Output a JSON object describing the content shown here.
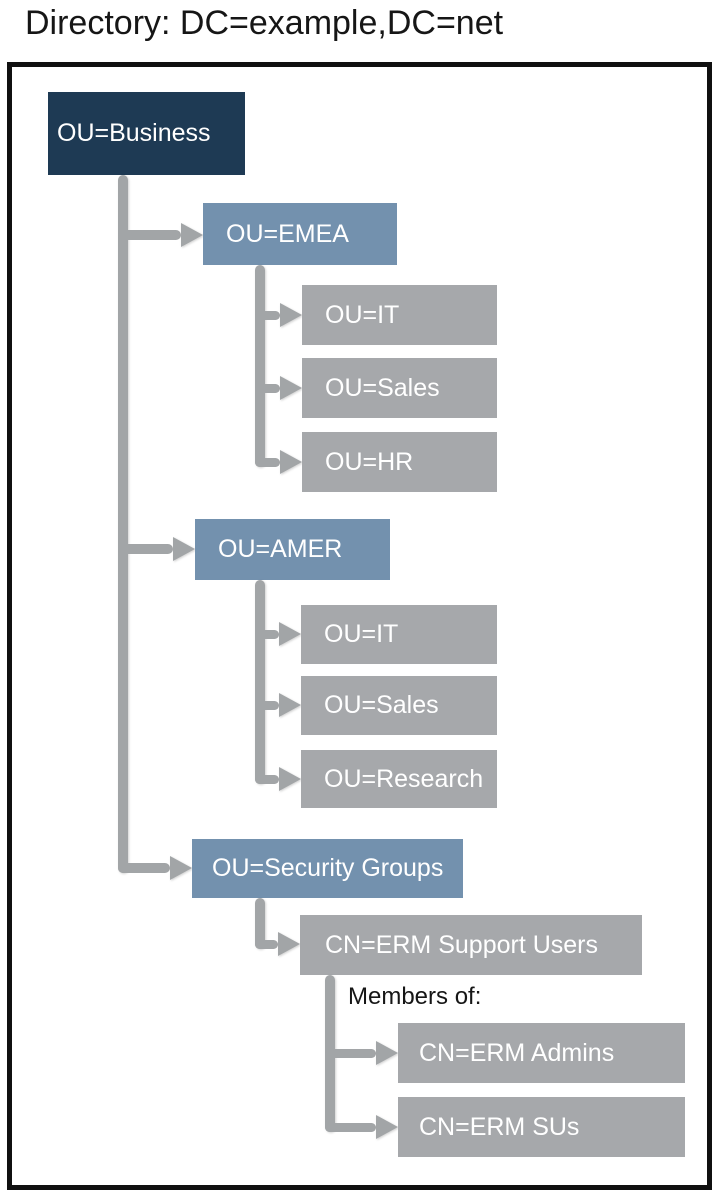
{
  "title": "Directory: DC=example,DC=net",
  "colors": {
    "root_box": "#1e3a54",
    "ou_box": "#7391ae",
    "leaf_box": "#a6a8ab",
    "connector": "#a2a5a7",
    "box_text": "#ffffff",
    "label_text": "#161616",
    "frame_border": "#101010",
    "page_bg": "#ffffff"
  },
  "tree": {
    "root": {
      "label": "OU=Business"
    },
    "branches": [
      {
        "label": "OU=EMEA",
        "children": [
          {
            "label": "OU=IT"
          },
          {
            "label": "OU=Sales"
          },
          {
            "label": "OU=HR"
          }
        ]
      },
      {
        "label": "OU=AMER",
        "children": [
          {
            "label": "OU=IT"
          },
          {
            "label": "OU=Sales"
          },
          {
            "label": "OU=Research"
          }
        ]
      },
      {
        "label": "OU=Security Groups",
        "children": [
          {
            "label": "CN=ERM Support Users",
            "members_of_label": "Members of:",
            "members": [
              {
                "label": "CN=ERM Admins"
              },
              {
                "label": "CN=ERM SUs"
              }
            ]
          }
        ]
      }
    ]
  }
}
